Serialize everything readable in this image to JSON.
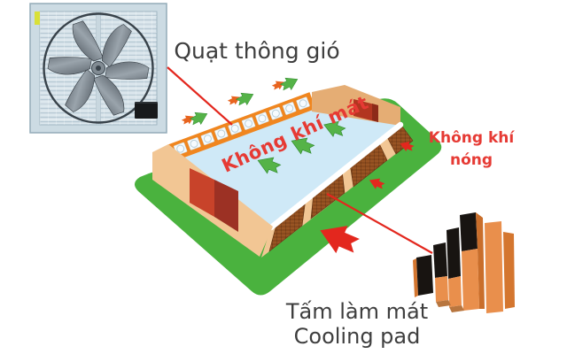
{
  "labels": {
    "fan_label": "Quạt thông gió",
    "cool_air": "Không khí mát",
    "hot_air_line1": "Không khí",
    "hot_air_line2": "nóng",
    "pad_line1": "Tấm làm mát",
    "pad_line2": "Cooling pad"
  },
  "colors": {
    "grass": "#4ab23e",
    "floor": "#cfe9f7",
    "band": "#f0861f",
    "wall": "#f2c694",
    "wall_far": "#e5ad74",
    "door_left_light": "#c8432a",
    "door_left_dark": "#9c3124",
    "door_far": "#b23620",
    "pad_wall": "#8a4a1d",
    "pad_wall_line": "#a35c28",
    "pad_black": "#181411",
    "pad_orange": "#e98f4c",
    "pad_orange_dark": "#d4762f",
    "arrow_green": "#55b348",
    "arrow_orange": "#e8641f",
    "red": "#e3271e",
    "label_dark": "#3e3e3e",
    "label_red": "#e63a34",
    "eave": "#ffffff",
    "fan_frame": "#ccdbe3"
  }
}
